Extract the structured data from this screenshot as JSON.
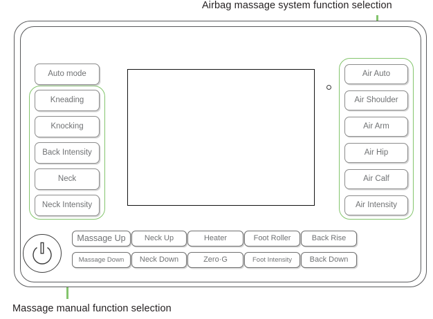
{
  "annotations": {
    "top": "Airbag massage system function selection",
    "bottom": "Massage manual function selection"
  },
  "colors": {
    "accent_green": "#83c46c",
    "button_text": "#6f7173",
    "button_border": "#8b8b8b",
    "shell_border": "#58595b",
    "screen_border": "#111111",
    "background": "#ffffff"
  },
  "device": {
    "screen_label": "display-screen",
    "sensor_label": "sensor-indicator",
    "power_button_label": "power-button"
  },
  "left_column": {
    "group_label": "Massage manual function selection",
    "buttons": [
      {
        "label": "Auto mode",
        "in_highlight": false
      },
      {
        "label": "Kneading",
        "in_highlight": true
      },
      {
        "label": "Knocking",
        "in_highlight": true
      },
      {
        "label": "Back Intensity",
        "in_highlight": true
      },
      {
        "label": "Neck",
        "in_highlight": true
      },
      {
        "label": "Neck Intensity",
        "in_highlight": true
      }
    ]
  },
  "right_column": {
    "group_label": "Airbag massage system function selection",
    "buttons": [
      {
        "label": "Air Auto",
        "in_highlight": true
      },
      {
        "label": "Air Shoulder",
        "in_highlight": true
      },
      {
        "label": "Air Arm",
        "in_highlight": true
      },
      {
        "label": "Air Hip",
        "in_highlight": true
      },
      {
        "label": "Air Calf",
        "in_highlight": true
      },
      {
        "label": "Air Intensity",
        "in_highlight": true
      }
    ]
  },
  "bottom_grid": {
    "rows": [
      {
        "cells": [
          "Massage Up",
          "Neck Up",
          "Heater",
          "Foot Roller",
          "Back Rise"
        ]
      },
      {
        "cells": [
          "Massage Down",
          "Neck Down",
          "Zero·G",
          "Foot Intensity",
          "Back Down"
        ]
      }
    ]
  }
}
